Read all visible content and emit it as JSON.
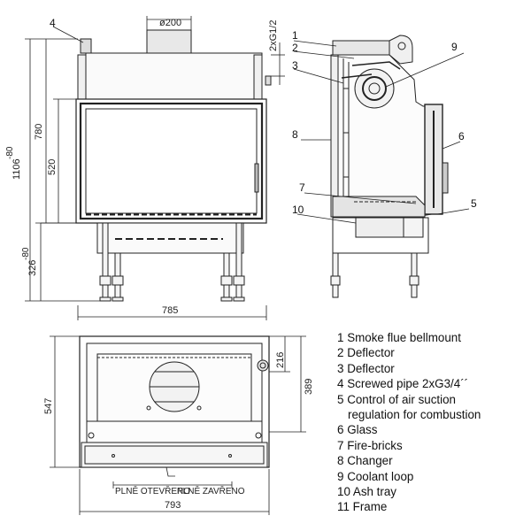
{
  "dimensions": {
    "flue_diameter": "ø200",
    "pipe_thread": "2xG1/2",
    "total_height": "1106",
    "total_height_tol": "-80",
    "height_780": "780",
    "height_520": "520",
    "leg_height": "326",
    "leg_height_tol": "-80",
    "front_width": "785",
    "plan_width": "793",
    "plan_depth": "547",
    "plan_389": "389",
    "plan_216": "216",
    "label_open": "PLNĚ OTEVŘENO",
    "label_closed": "PLNĚ ZAVŘENO"
  },
  "callouts": [
    "1",
    "2",
    "3",
    "4",
    "5",
    "6",
    "7",
    "8",
    "9",
    "10"
  ],
  "legend": [
    {
      "number": "1",
      "text": "Smoke flue bellmount"
    },
    {
      "number": "2",
      "text": "Deflector"
    },
    {
      "number": "3",
      "text": "Deflector"
    },
    {
      "number": "4",
      "text": "Screwed pipe 2xG3/4´´"
    },
    {
      "number": "5",
      "text": "Control of air suction",
      "cont": "regulation for combustion"
    },
    {
      "number": "6",
      "text": "Glass"
    },
    {
      "number": "7",
      "text": "Fire-bricks"
    },
    {
      "number": "8",
      "text": "Changer"
    },
    {
      "number": "9",
      "text": "Coolant loop"
    },
    {
      "number": "10",
      "text": "Ash tray"
    },
    {
      "number": "11",
      "text": "Frame"
    }
  ]
}
